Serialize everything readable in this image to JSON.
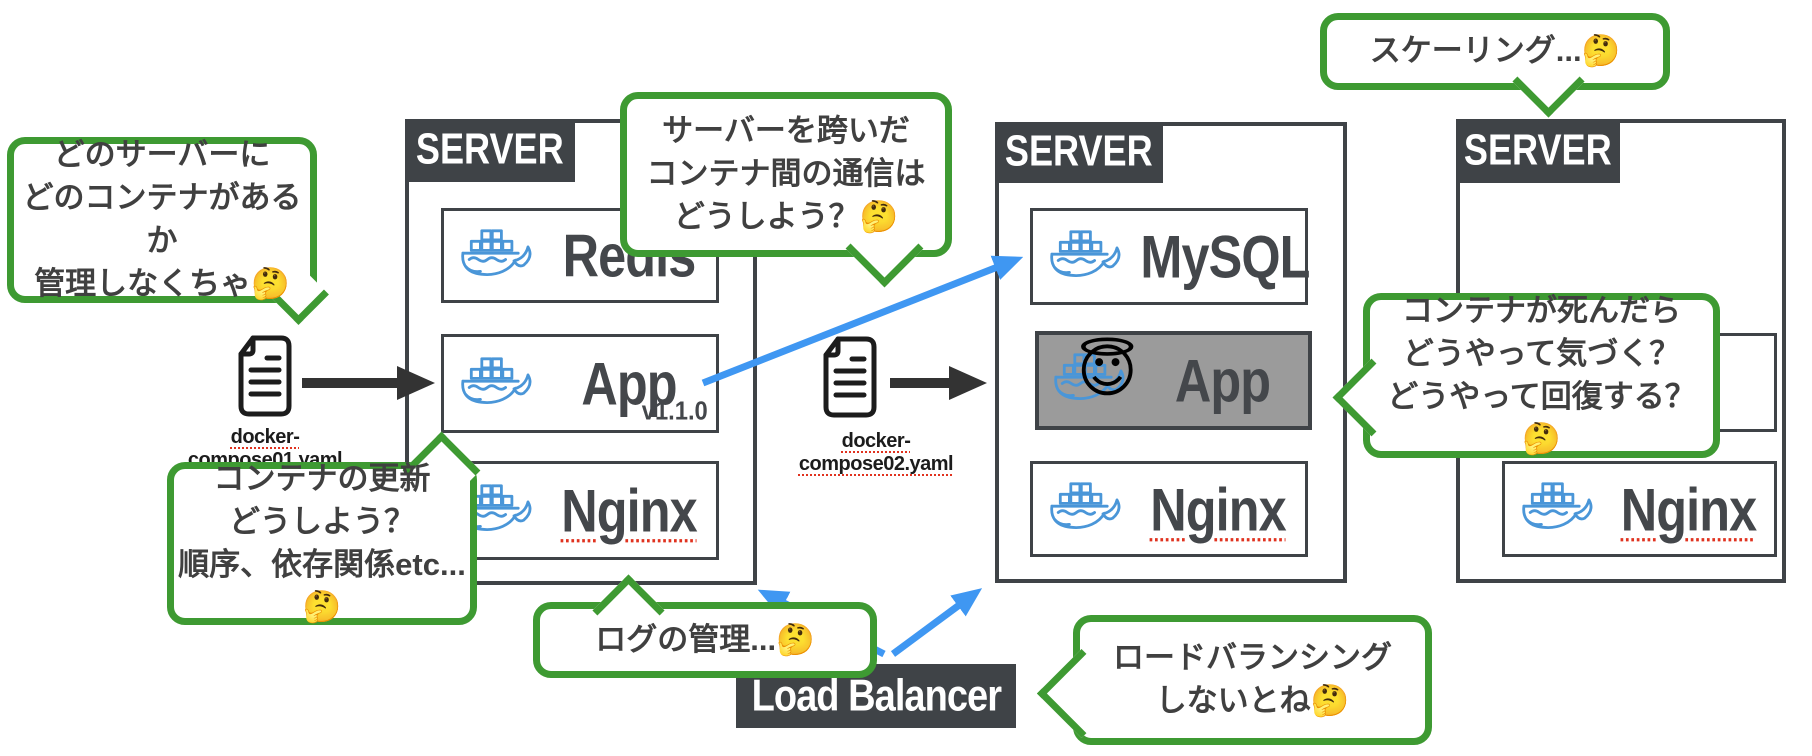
{
  "colors": {
    "green": "#3e9a32",
    "dark": "#3f4347",
    "blue_arrow": "#3f97f2",
    "docker_blue": "#4a96d8",
    "gray_fill": "#9b9b9b",
    "squiggle_red": "#e0321f"
  },
  "servers": [
    {
      "label": "SERVER",
      "containers": [
        {
          "name": "Redis"
        },
        {
          "name": "App",
          "version": "v1.1.0"
        },
        {
          "name": "Nginx"
        }
      ]
    },
    {
      "label": "SERVER",
      "containers": [
        {
          "name": "MySQL"
        },
        {
          "name": "App",
          "emoji": "😇"
        },
        {
          "name": "Nginx"
        }
      ]
    },
    {
      "label": "SERVER",
      "containers": [
        {
          "name": ""
        },
        {
          "name": "Nginx"
        }
      ]
    }
  ],
  "files": [
    {
      "label": "docker-compose01.yaml"
    },
    {
      "label": "docker-compose02.yaml"
    }
  ],
  "load_balancer": {
    "label": "Load Balancer"
  },
  "bubbles": [
    {
      "id": "which-server",
      "text": "どのサーバーに\nどのコンテナがあるか\n管理しなくちゃ🤔"
    },
    {
      "id": "cross-server-comm",
      "text": "サーバーを跨いだ\nコンテナ間の通信は\nどうしよう？🤔"
    },
    {
      "id": "scaling",
      "text": "スケーリング...🤔"
    },
    {
      "id": "container-update",
      "text": "コンテナの更新\nどうしよう？\n順序、依存関係etc...🤔"
    },
    {
      "id": "log-management",
      "text": "ログの管理...🤔"
    },
    {
      "id": "container-death",
      "text": "コンテナが死んだら\nどうやって気づく？\nどうやって回復する？🤔"
    },
    {
      "id": "load-balancing",
      "text": "ロードバランシング\nしないとね🤔"
    }
  ]
}
